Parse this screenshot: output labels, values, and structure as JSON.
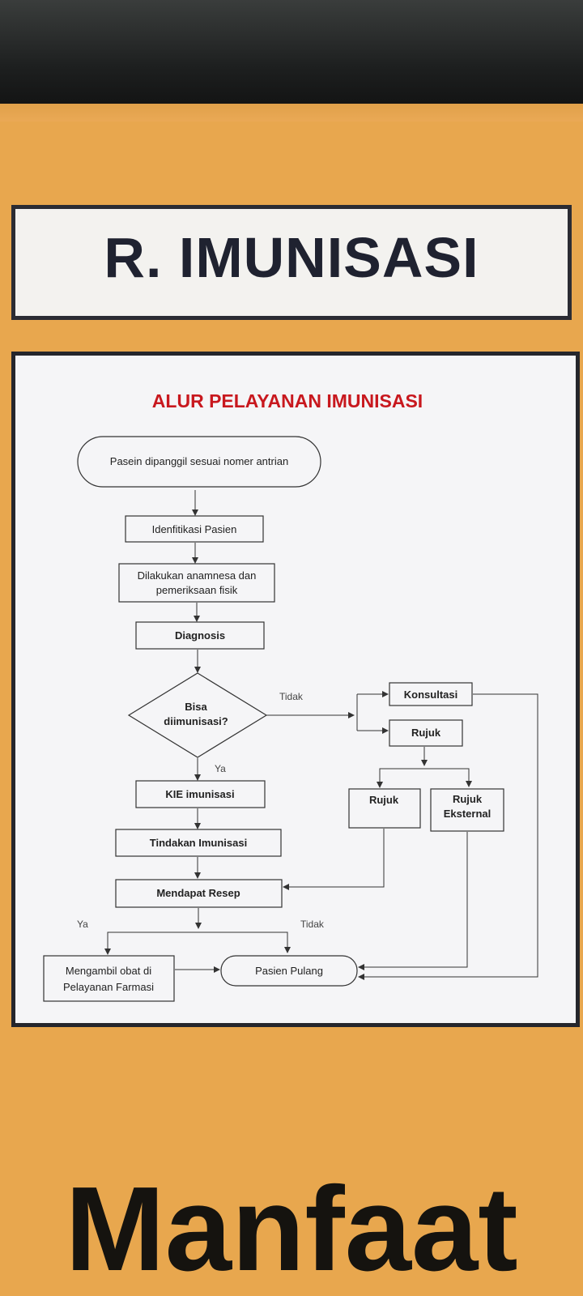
{
  "sign": {
    "title": "R. IMUNISASI"
  },
  "poster": {
    "heading": "ALUR PELAYANAN IMUNISASI",
    "nodes": {
      "start": "Pasein dipanggil sesuai nomer antrian",
      "identifikasi": "Idenfitikasi Pasien",
      "anamnesa_1": "Dilakukan anamnesa dan",
      "anamnesa_2": "pemeriksaan fisik",
      "diagnosis": "Diagnosis",
      "decision_1": "Bisa",
      "decision_2": "diimunisasi?",
      "kie": "KIE imunisasi",
      "tindakan": "Tindakan Imunisasi",
      "resep": "Mendapat Resep",
      "farmasi_1": "Mengambil obat di",
      "farmasi_2": "Pelayanan Farmasi",
      "pulang": "Pasien Pulang",
      "konsultasi": "Konsultasi",
      "rujuk": "Rujuk",
      "rujuk_internal": "Rujuk",
      "rujuk_eksternal_1": "Rujuk",
      "rujuk_eksternal_2": "Eksternal"
    },
    "edge_labels": {
      "tidak_decision": "Tidak",
      "ya_decision": "Ya",
      "ya_resep": "Ya",
      "tidak_resep": "Tidak"
    }
  },
  "bottom": {
    "word": "Manfaat"
  }
}
